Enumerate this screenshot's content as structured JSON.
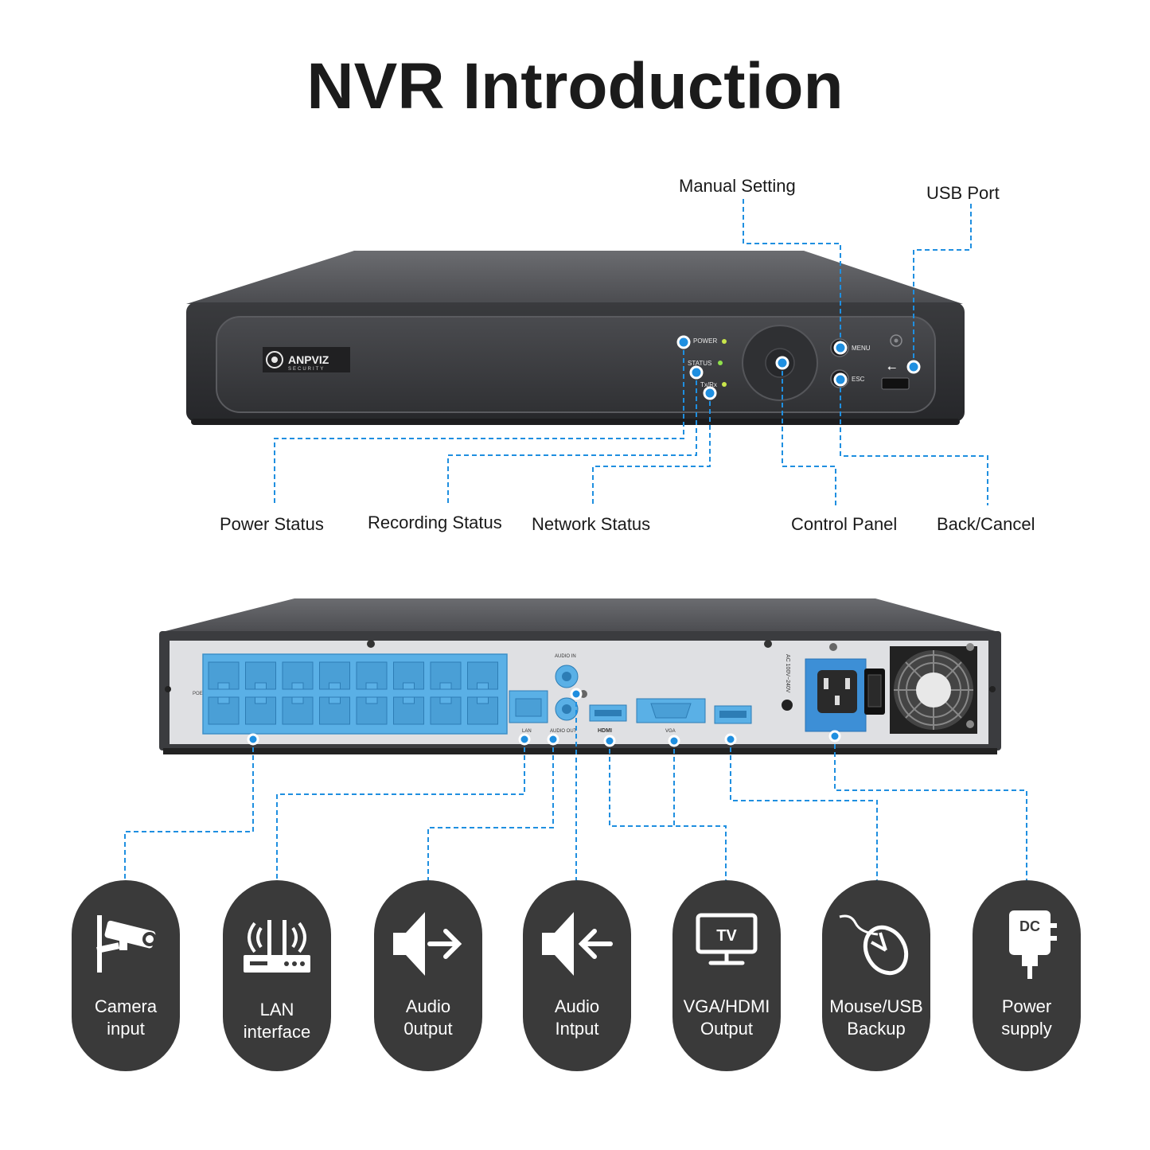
{
  "title": "NVR Introduction",
  "front_callouts": {
    "manual_setting": "Manual Setting",
    "usb_port": "USB Port",
    "power_status": "Power Status",
    "recording_status": "Recording Status",
    "network_status": "Network Status",
    "control_panel": "Control Panel",
    "back_cancel": "Back/Cancel"
  },
  "front_panel": {
    "brand": "ANPVIZ",
    "brand_sub": "SECURITY",
    "led_power": "POWER",
    "led_status": "STATUS",
    "led_txrx": "Tx/Rx",
    "btn_menu": "MENU",
    "btn_esc": "ESC"
  },
  "rear_panel": {
    "poe": "POE",
    "lan": "LAN",
    "audio_in": "AUDIO IN",
    "audio_out": "AUDIO OUT",
    "hdmi": "HDMI",
    "vga": "VGA",
    "ac": "AC 100V~240V"
  },
  "features": [
    {
      "icon": "cctv-camera-icon",
      "line1": "Camera",
      "line2": "input"
    },
    {
      "icon": "router-icon",
      "line1": "LAN",
      "line2": "interface"
    },
    {
      "icon": "audio-output-icon",
      "line1": "Audio",
      "line2": "0utput"
    },
    {
      "icon": "audio-input-icon",
      "line1": "Audio",
      "line2": "Intput"
    },
    {
      "icon": "tv-icon",
      "line1": "VGA/HDMI",
      "line2": "Output",
      "badge": "TV"
    },
    {
      "icon": "mouse-icon",
      "line1": "Mouse/USB",
      "line2": "Backup"
    },
    {
      "icon": "power-adapter-icon",
      "line1": "Power",
      "line2": "supply",
      "badge": "DC"
    }
  ],
  "colors": {
    "accent": "#1f8fe0",
    "port_blue": "#5ab0e6",
    "pill": "#3a3a3a",
    "chassis": "#3b3c3f"
  }
}
